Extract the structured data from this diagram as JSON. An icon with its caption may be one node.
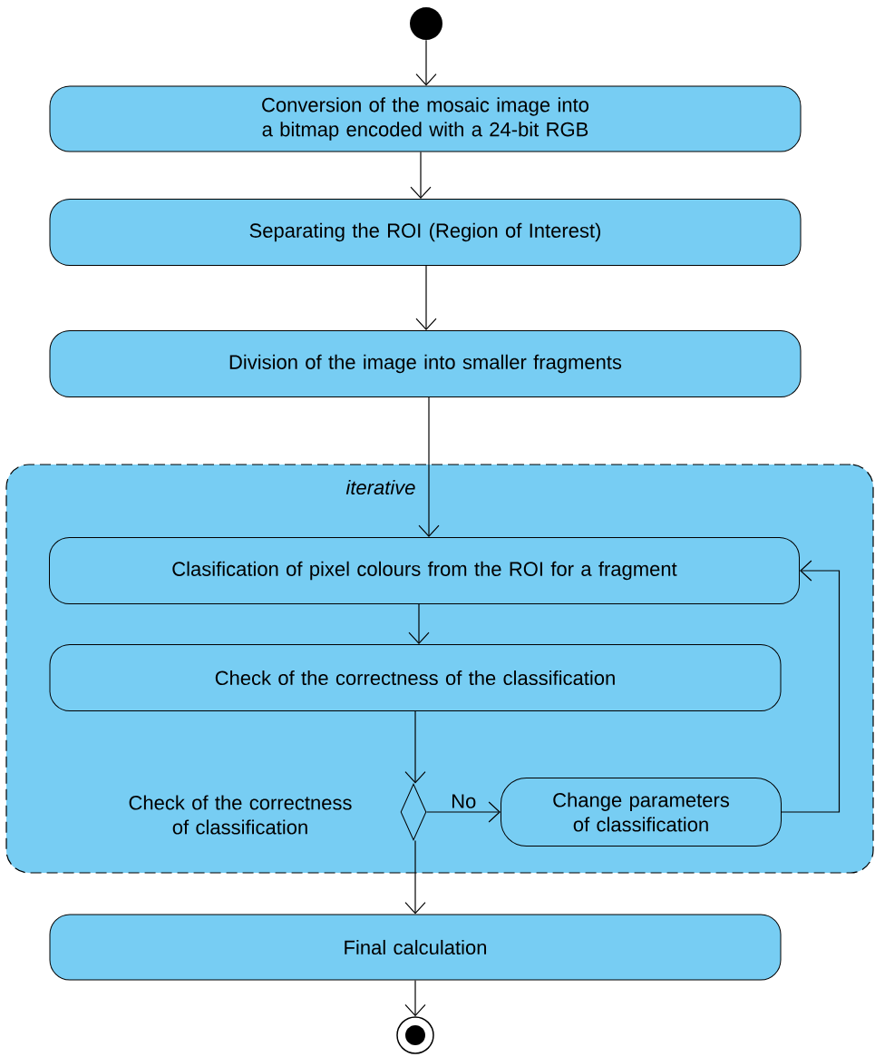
{
  "diagram": {
    "nodes": [
      {
        "text": [],
        "shape": "circle"
      },
      {
        "text": [
          "Conversion of the mosaic image into a bitmap encoded with a 24-bit RGB"
        ]
      },
      {
        "text": [
          "Separating the ROI (Region of Interest)"
        ]
      },
      {
        "text": [
          "Division of the image into smaller fragments"
        ]
      },
      {
        "text": [
          "iterative"
        ]
      },
      {
        "text": [
          "Clasification of pixel colours from the ROI for a fragment"
        ],
        "in": 4
      },
      {
        "text": [
          "Check of the correctness of the classification"
        ],
        "in": 4
      },
      {
        "text": [],
        "shape": "diamond",
        "in": 4,
        "beside": [
          "Check of the correctness of classification"
        ]
      },
      {
        "text": [
          "Change parameters of classification"
        ],
        "in": 4
      },
      {
        "text": [
          "Final calculation"
        ]
      },
      {
        "text": [],
        "shape": "circle"
      }
    ],
    "edges": [
      {
        "from": 0,
        "to": 1,
        "arrow": "to"
      },
      {
        "from": 1,
        "to": 2,
        "arrow": "to"
      },
      {
        "from": 2,
        "to": 3,
        "arrow": "to"
      },
      {
        "from": 3,
        "to": 5,
        "arrow": "to"
      },
      {
        "from": 5,
        "to": 6,
        "arrow": "to"
      },
      {
        "from": 6,
        "to": 7,
        "arrow": "to"
      },
      {
        "from": 7,
        "to": 8,
        "arrow": "to",
        "label": "No"
      },
      {
        "from": 8,
        "to": 5,
        "arrow": "to"
      },
      {
        "from": 7,
        "to": 9,
        "arrow": "to"
      },
      {
        "from": 9,
        "to": 10,
        "arrow": "to"
      }
    ]
  }
}
